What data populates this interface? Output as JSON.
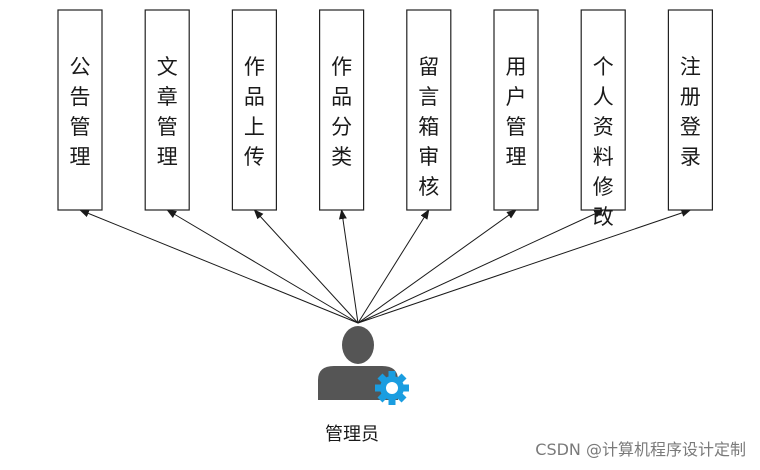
{
  "actor": {
    "label": "管理员",
    "colors": {
      "person": "#555555",
      "gear": "#1a9de0"
    },
    "icons": [
      "person-icon",
      "gear-icon"
    ]
  },
  "modules": [
    {
      "label": "公告管理"
    },
    {
      "label": "文章管理"
    },
    {
      "label": "作品上传"
    },
    {
      "label": "作品分类"
    },
    {
      "label": "留言箱审核"
    },
    {
      "label": "用户管理"
    },
    {
      "label": "个人资料修改"
    },
    {
      "label": "注册登录"
    }
  ],
  "watermark": "CSDN @计算机程序设计定制"
}
